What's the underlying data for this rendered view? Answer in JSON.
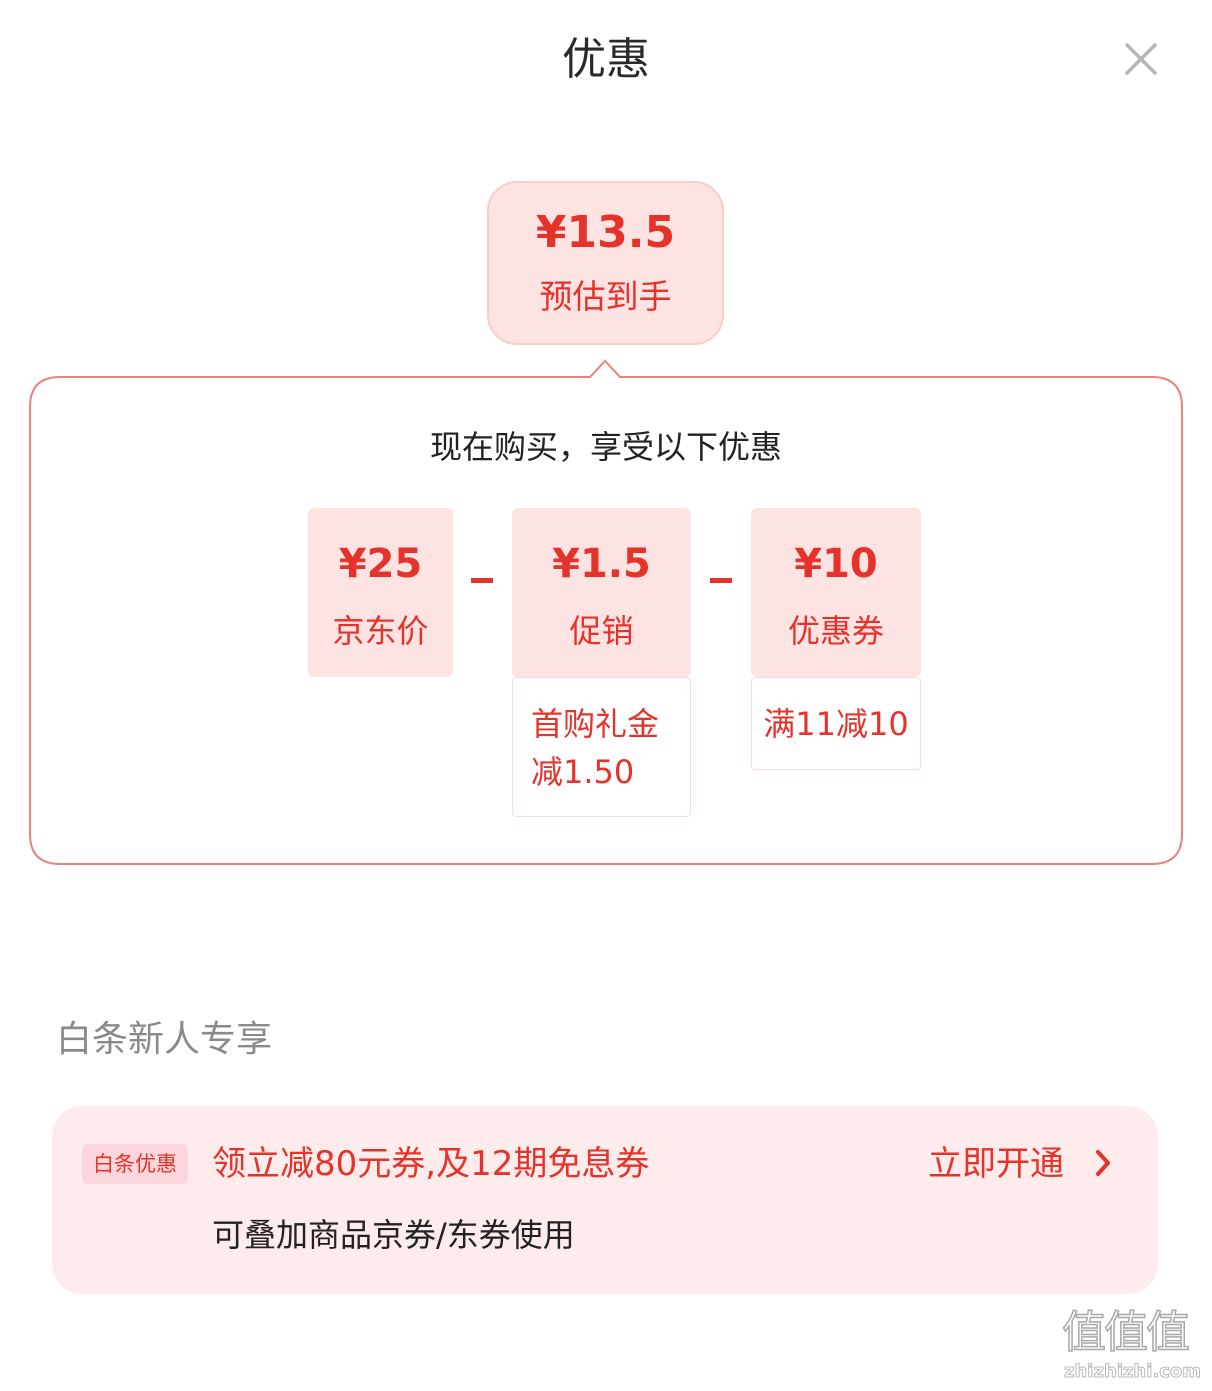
{
  "sheet": {
    "title": "优惠"
  },
  "estimate": {
    "price": "¥13.5",
    "label": "预估到手"
  },
  "breakdown": {
    "heading": "现在购买，享受以下优惠",
    "operator": "-",
    "tiles": [
      {
        "price": "¥25",
        "label": "京东价",
        "detail": ""
      },
      {
        "price": "¥1.5",
        "label": "促销",
        "detail": "首购礼金减1.50"
      },
      {
        "price": "¥10",
        "label": "优惠券",
        "detail": "满11减10"
      }
    ]
  },
  "baitiao": {
    "section_title": "白条新人专享",
    "badge": "白条优惠",
    "main_text": "领立减80元券,及12期免息券",
    "sub_text": "可叠加商品京券/东券使用",
    "cta": "立即开通"
  },
  "watermark": {
    "glyphs": "值值值",
    "url": "zhizhizhi.com"
  },
  "colors": {
    "accent": "#e5322a",
    "tile_bg": "#fde3e1",
    "panel_border": "#e8837c",
    "promo_bg": "#fdeceb",
    "badge_bg": "#fbd7dc"
  },
  "icons": {
    "close": "close-icon",
    "chevron": "chevron-right-icon"
  }
}
